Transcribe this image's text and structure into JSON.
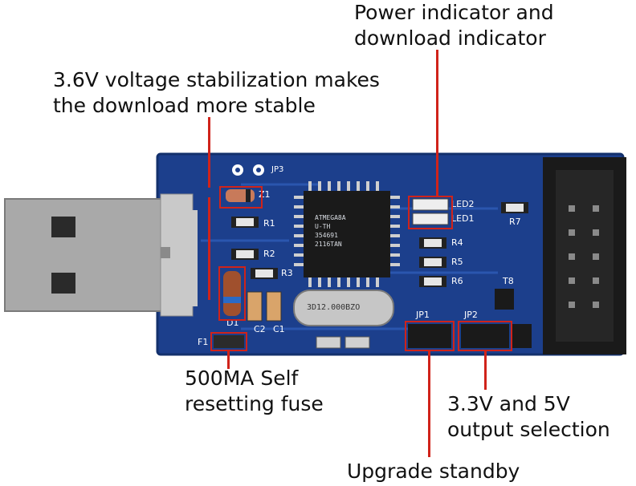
{
  "callouts": {
    "power_indicator": "Power indicator and\ndownload indicator",
    "voltage": "3.6V voltage stabilization makes\nthe download more stable",
    "fuse": "500MA Self\nresetting fuse",
    "output_selection": "3.3V and 5V\noutput selection",
    "upgrade": "Upgrade standby"
  },
  "silkscreen": {
    "jp3": "JP3",
    "z1": "Z1",
    "r1": "R1",
    "r2": "R2",
    "r3": "R3",
    "r4": "R4",
    "r5": "R5",
    "r6": "R6",
    "r7": "R7",
    "led1": "LED1",
    "led2": "LED2",
    "d1": "D1",
    "c1": "C1",
    "c2": "C2",
    "f1": "F1",
    "jp1": "JP1",
    "jp2": "JP2",
    "t8": "T8",
    "chip": "ATMEGA8A\nU-TH\n354691\n2116TAN",
    "crystal": "3D12.000BZO"
  },
  "colors": {
    "pcb_blue": "#1c3f8c",
    "callout_red": "#d0231a",
    "usb_metal": "#b9b9b9",
    "header_black": "#1a1a1a"
  }
}
